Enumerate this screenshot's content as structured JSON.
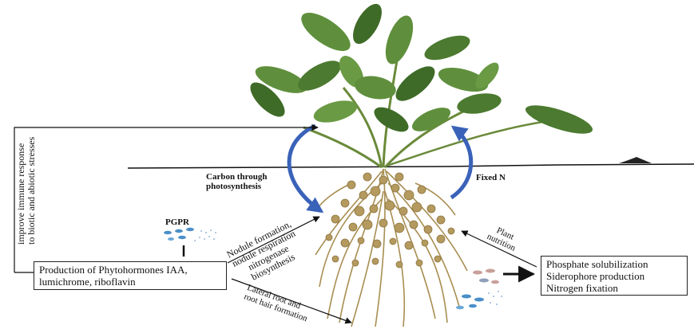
{
  "labels": {
    "immune_line1": "improve  immune  response",
    "immune_line2": "to biotic and abiotic stresses",
    "carbon_line1": "Carbon through",
    "carbon_line2": "photosynthesis",
    "fixed_n": "Fixed N",
    "pgpr": "PGPR",
    "nodule_line1": "Nodule formation,",
    "nodule_line2": "nodule respiration",
    "nodule_line3": "nitrogenase",
    "nodule_line4": "biosynthesis",
    "lateral_line1": "Lateral root and",
    "lateral_line2": "root hair formation",
    "plant_line1": "Plant",
    "plant_line2": "nutrition"
  },
  "phytohormone_box": {
    "line1": "Production of Phytohormones IAA,",
    "line2": "lumichrome, riboflavin"
  },
  "function_box": {
    "line1": "Phosphate solubilization",
    "line2": "Siderophore production",
    "line3": "Nitrogen fixation"
  },
  "colors": {
    "cycle_arrow": "#3a62b8",
    "leaf": "#5f8f3c",
    "leaf_dark": "#3f6b28",
    "root": "#b49a5e",
    "bacteria_blue": "#4a8fc9",
    "bacteria_pink": "#c9a09a"
  },
  "icons": {
    "plant": "legume-plant-illustration",
    "bacteria": "bacteria-cells"
  }
}
